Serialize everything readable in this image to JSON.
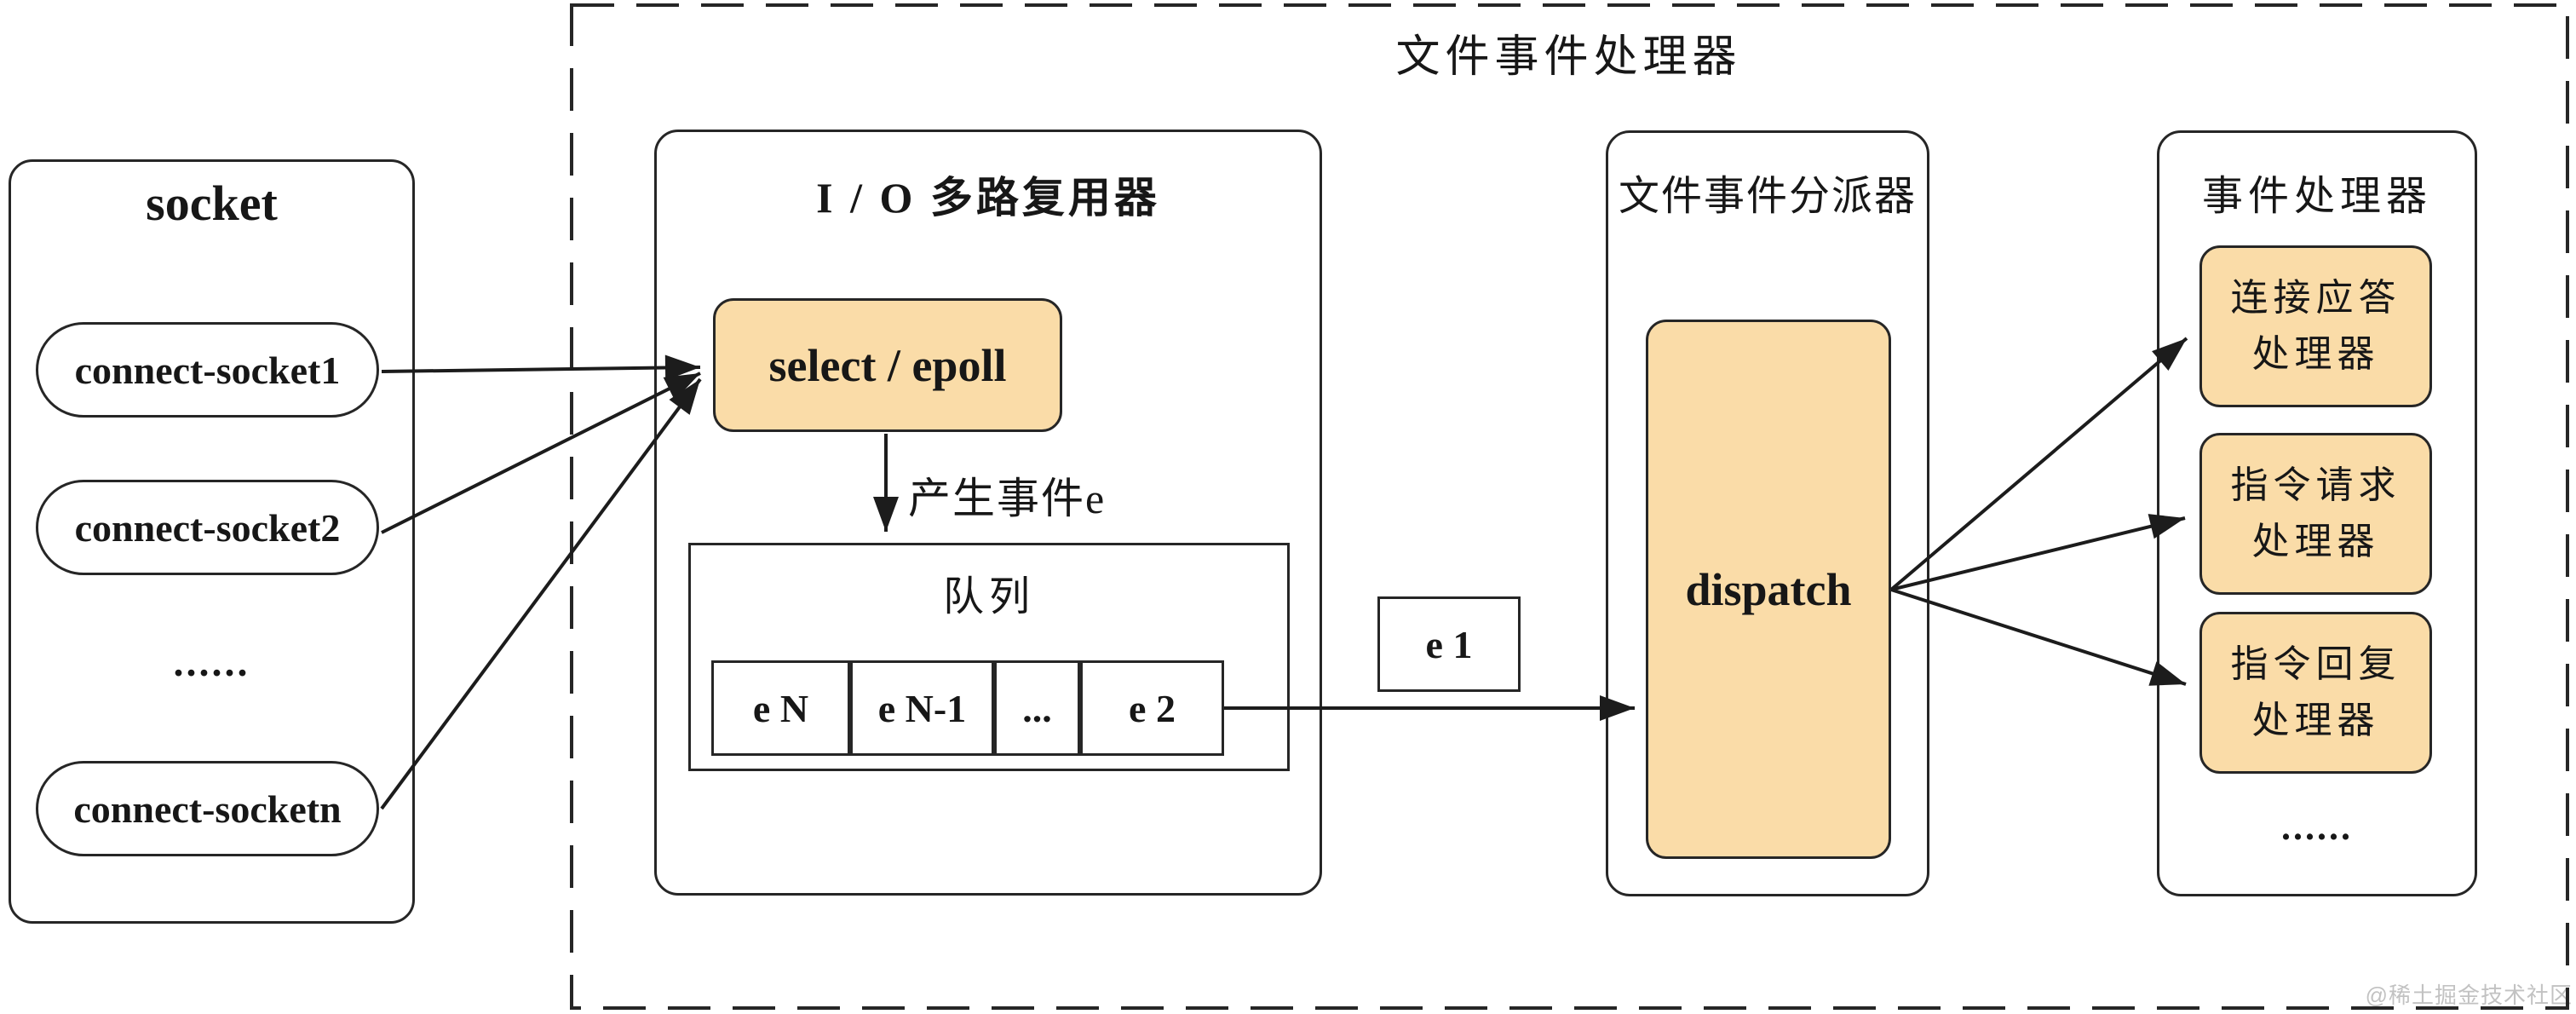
{
  "colors": {
    "accent_fill": "#FADCA8",
    "ink": "#262626",
    "line": "#1C1C1C",
    "watermark_text_color": "#C2C2C2"
  },
  "outer_frame": {
    "title": "文件事件处理器"
  },
  "socket_panel": {
    "title": "socket",
    "items": [
      {
        "label": "connect-socket1"
      },
      {
        "label": "connect-socket2"
      },
      {
        "label": "......"
      },
      {
        "label": "connect-socketn"
      }
    ]
  },
  "io_multiplexer": {
    "title": "I / O 多路复用器",
    "select_epoll_label": "select / epoll",
    "produce_event_label": "产生事件e",
    "queue": {
      "title": "队列",
      "cells": [
        "e N",
        "e N-1",
        "...",
        "e 2"
      ]
    }
  },
  "event_box_label": "e 1",
  "dispatcher": {
    "title": "文件事件分派器",
    "dispatch_label": "dispatch"
  },
  "event_handlers": {
    "title": "事件处理器",
    "items": [
      {
        "line1": "连接应答",
        "line2": "处理器"
      },
      {
        "line1": "指令请求",
        "line2": "处理器"
      },
      {
        "line1": "指令回复",
        "line2": "处理器"
      }
    ],
    "more": "......"
  },
  "watermark": "@稀土掘金技术社区"
}
